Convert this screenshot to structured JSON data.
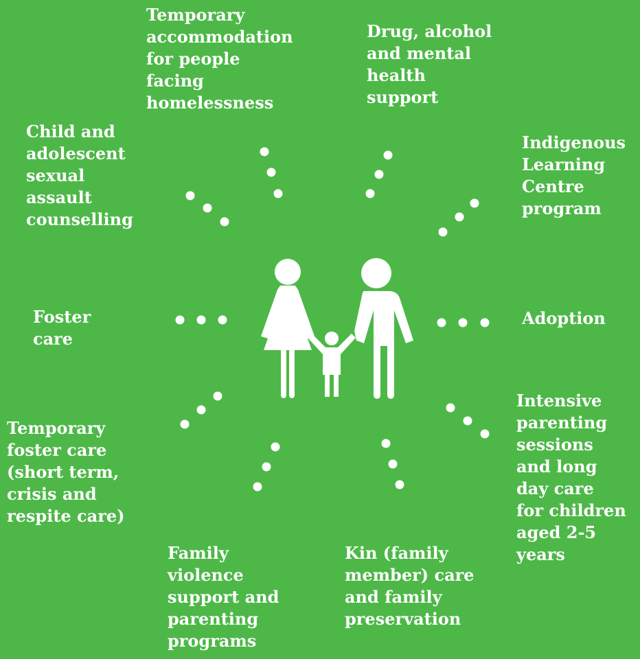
{
  "diagram": {
    "background_color": "#4db848",
    "foreground_color": "#ffffff",
    "center_icon": "family-icon",
    "services": [
      {
        "id": "temp-accom",
        "label": "Temporary\naccommodation\nfor people\nfacing\nhomelessness"
      },
      {
        "id": "drug",
        "label": "Drug, alcohol\nand mental\nhealth\nsupport"
      },
      {
        "id": "child",
        "label": "Child and\nadolescent\nsexual\nassault\ncounselling"
      },
      {
        "id": "indigenous",
        "label": "Indigenous\nLearning\nCentre\nprogram"
      },
      {
        "id": "foster",
        "label": "Foster\ncare"
      },
      {
        "id": "adoption",
        "label": "Adoption"
      },
      {
        "id": "intensive",
        "label": "Intensive\nparenting\nsessions\nand long\nday care\nfor children\naged 2-5\nyears"
      },
      {
        "id": "temp-foster",
        "label": "Temporary\nfoster care\n(short term,\ncrisis and\nrespite care)"
      },
      {
        "id": "family-viol",
        "label": "Family\nviolence\nsupport and\nparenting\nprograms"
      },
      {
        "id": "kin",
        "label": "Kin (family\nmember) care\nand family\npreservation"
      }
    ]
  }
}
